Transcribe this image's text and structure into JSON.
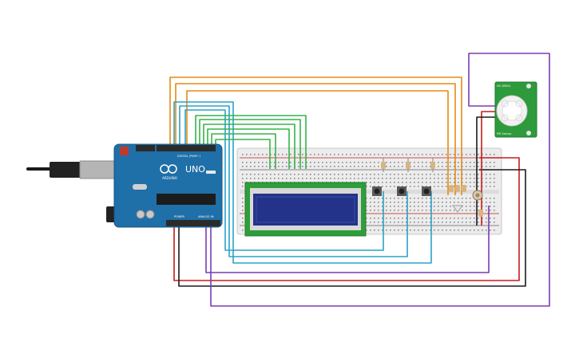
{
  "arduino": {
    "brand": "ARDUINO",
    "model": "UNO",
    "digital_header_label": "DIGITAL (PWM~)",
    "power_label": "POWER",
    "analog_label": "ANALOG IN",
    "logo_icon": "infinity-logo-icon"
  },
  "pir_sensor": {
    "label_top": "HC-SR501",
    "label_bottom": "PIR Sensor"
  },
  "colors": {
    "board": "#1f6fa8",
    "wire_orange": "#e58a10",
    "wire_blue": "#2aa2c9",
    "wire_green": "#35b34a",
    "wire_red": "#c81b1b",
    "wire_black": "#1a1a1a",
    "wire_purple": "#7b3bb0",
    "lcd_screen": "#24338a",
    "lcd_pcb": "#2f9e3a",
    "breadboard": "#e9e9e9",
    "pir_pcb": "#2d9a3c"
  }
}
